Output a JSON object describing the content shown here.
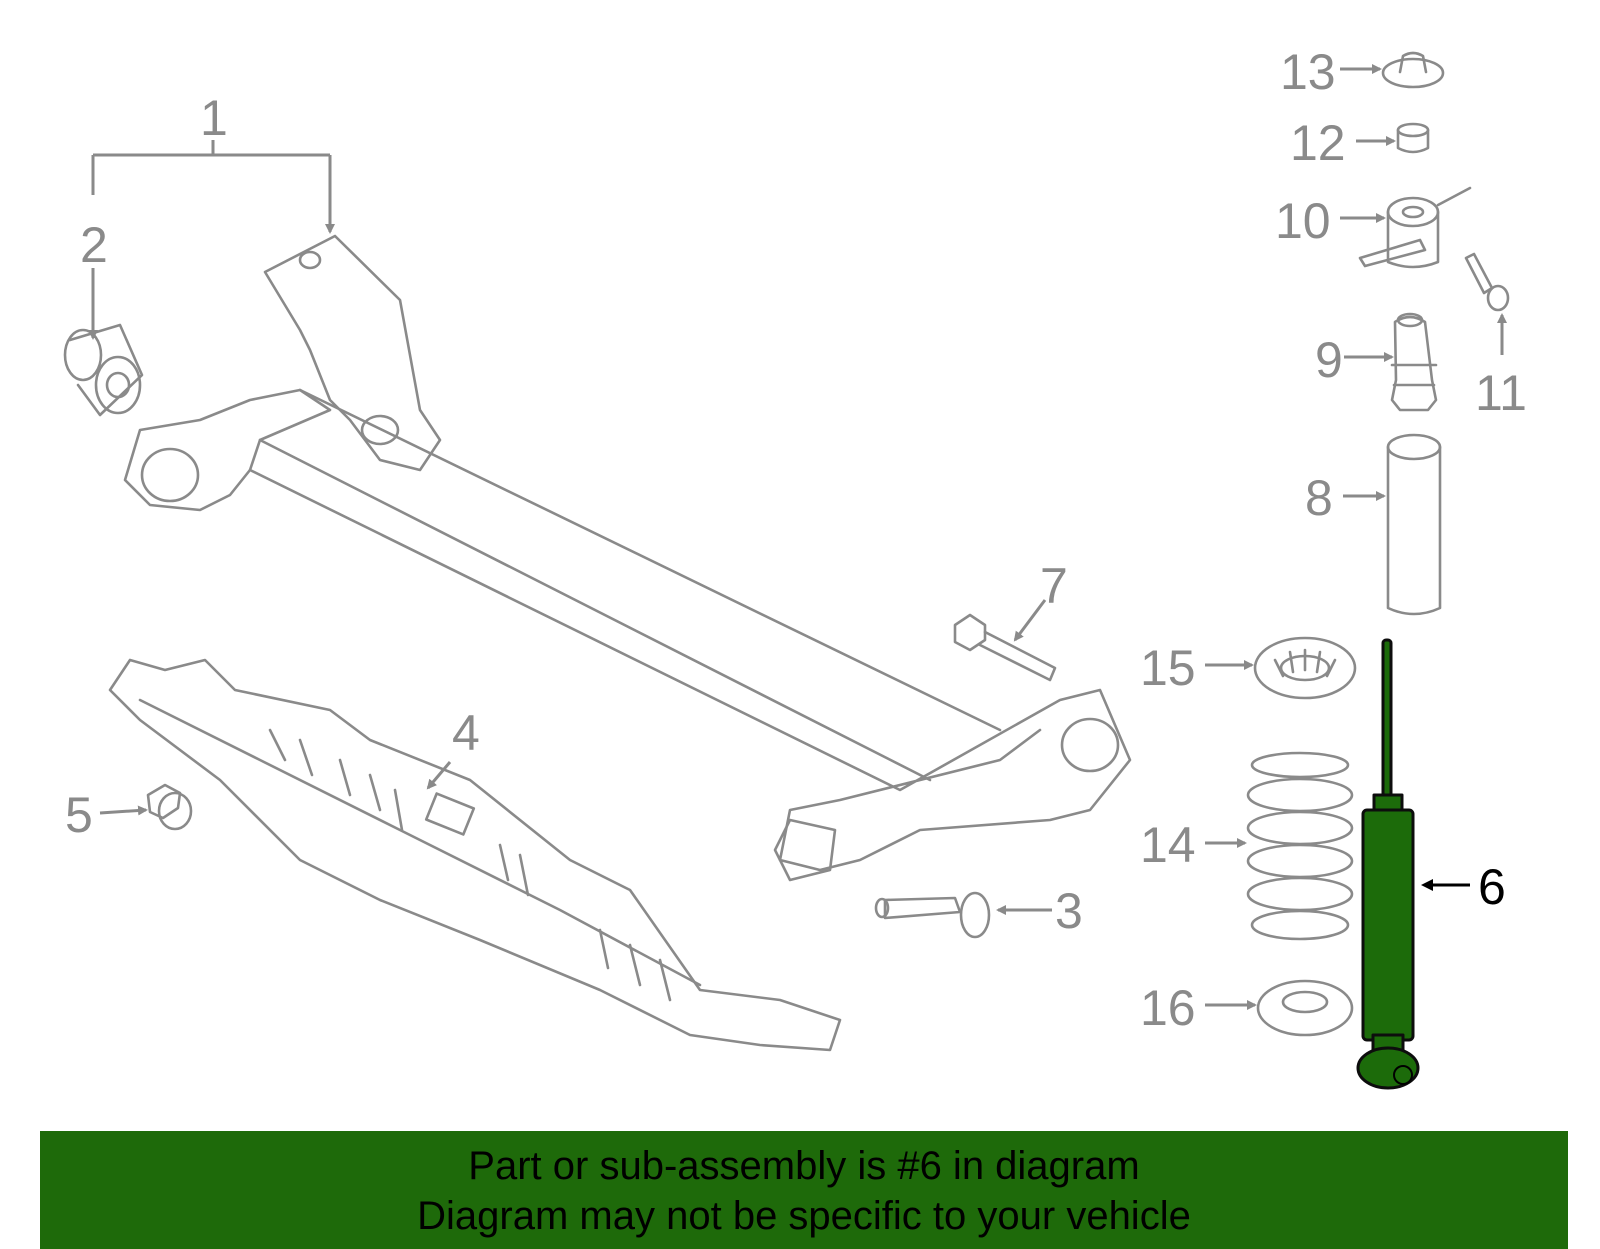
{
  "callouts": {
    "n1": "1",
    "n2": "2",
    "n3": "3",
    "n4": "4",
    "n5": "5",
    "n6": "6",
    "n7": "7",
    "n8": "8",
    "n9": "9",
    "n10": "10",
    "n11": "11",
    "n12": "12",
    "n13": "13",
    "n14": "14",
    "n15": "15",
    "n16": "16"
  },
  "highlighted_part": "6",
  "colors": {
    "highlight": "#1c6b0a",
    "banner": "#1e6a0a",
    "lines": "#8a8a8a"
  },
  "banner": {
    "line1": "Part or sub-assembly is #6 in diagram",
    "line2": "Diagram may not be specific to your vehicle"
  }
}
